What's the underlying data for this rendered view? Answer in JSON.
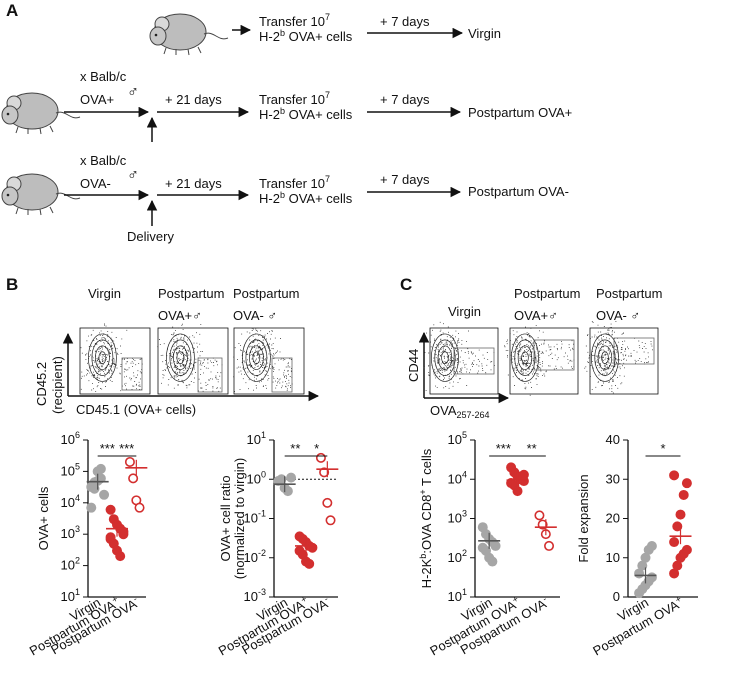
{
  "panel_labels": {
    "a": "A",
    "b": "B",
    "c": "C"
  },
  "schematic": {
    "virgin_row": {
      "transfer": [
        "Transfer 10",
        "7",
        "H-2",
        "b",
        " OVA+ cells"
      ],
      "wait": "+ 7 days",
      "outcome": "Virgin"
    },
    "ova_pos_row": {
      "mating": [
        "x Balb/c",
        "OVA+"
      ],
      "male": "♂",
      "wait1": "+ 21 days",
      "transfer": [
        "Transfer 10",
        "7",
        "H-2",
        "b",
        " OVA+ cells"
      ],
      "wait2": "+ 7 days",
      "outcome": "Postpartum OVA+"
    },
    "ova_neg_row": {
      "mating": [
        "x Balb/c",
        "OVA-"
      ],
      "male": "♂",
      "wait1": "+ 21 days",
      "transfer": [
        "Transfer 10",
        "7",
        "H-2",
        "b",
        " OVA+ cells"
      ],
      "wait2": "+ 7 days",
      "outcome": "Postpartum OVA-",
      "delivery": "Delivery"
    }
  },
  "facs_b": {
    "titles": [
      "Virgin",
      "Postpartum",
      "OVA+♂",
      "Postpartum",
      "OVA- ♂"
    ],
    "ylabel": [
      "CD45.2",
      "(recipient)"
    ],
    "xlabel": "CD45.1 (OVA+ cells)"
  },
  "facs_c": {
    "titles": [
      "Virgin",
      "Postpartum",
      "OVA+♂",
      "Postpartum",
      "OVA- ♂"
    ],
    "ylabel": "CD44",
    "xlabel": "OVA",
    "xlabel_sub": "257-264"
  },
  "colors": {
    "virgin": "#a6a6a6",
    "ova_pos": "#d32f2f",
    "ova_neg": "#d32f2f"
  },
  "chart_data": [
    {
      "type": "scatter",
      "ylabel": "OVA+ cells",
      "yscale": "log",
      "ylim": [
        10,
        1000000
      ],
      "categories": [
        "Virgin",
        "Postpartum OVA+",
        "Postpartum OVA-"
      ],
      "category_labels": [
        [
          "Virgin",
          ""
        ],
        [
          "Postpartum OVA",
          "+"
        ],
        [
          "Postpartum OVA",
          "-"
        ]
      ],
      "series": [
        {
          "values": [
            32000,
            45000,
            100000,
            60000,
            18000,
            7000,
            28000,
            50000,
            120000
          ],
          "mean": 47000
        },
        {
          "values": [
            6000,
            3000,
            2000,
            1500,
            1000,
            700,
            500,
            300,
            200,
            1200,
            800
          ],
          "mean": 1500
        },
        {
          "values": [
            200000,
            60000,
            12000,
            7000
          ],
          "mean": 130000
        }
      ],
      "significance": [
        "***",
        "***"
      ]
    },
    {
      "type": "scatter",
      "ylabel": [
        "OVA+ cell ratio",
        "(normalized to virgin)"
      ],
      "yscale": "log",
      "ylim": [
        0.001,
        10
      ],
      "reference_line": 1,
      "categories": [
        "Virgin",
        "Postpartum OVA+",
        "Postpartum OVA-"
      ],
      "category_labels": [
        [
          "Virgin",
          ""
        ],
        [
          "Postpartum OVA",
          "+"
        ],
        [
          "Postpartum OVA",
          "-"
        ]
      ],
      "series": [
        {
          "values": [
            0.9,
            1.0,
            0.6,
            0.5,
            1.1
          ],
          "mean": 0.75
        },
        {
          "values": [
            0.035,
            0.03,
            0.025,
            0.02,
            0.018,
            0.015,
            0.012,
            0.008,
            0.007
          ],
          "mean": 0.02
        },
        {
          "values": [
            3.5,
            1.5,
            0.25,
            0.09
          ],
          "mean": 1.8
        }
      ],
      "significance": [
        "**",
        "*"
      ]
    },
    {
      "type": "scatter",
      "ylabel": [
        "H-2K",
        "b",
        ":OVA CD8",
        "+",
        " T cells"
      ],
      "yscale": "log",
      "ylim": [
        10,
        100000
      ],
      "categories": [
        "Virgin",
        "Postpartum OVA+",
        "Postpartum OVA-"
      ],
      "category_labels": [
        [
          "Virgin",
          ""
        ],
        [
          "Postpartum OVA",
          "+"
        ],
        [
          "Postpartum OVA",
          "-"
        ]
      ],
      "series": [
        {
          "values": [
            600,
            400,
            300,
            250,
            200,
            180,
            150,
            100,
            80
          ],
          "mean": 270
        },
        {
          "values": [
            20000,
            15000,
            12000,
            10000,
            9000,
            8000,
            7000,
            5000,
            11000,
            13000
          ],
          "mean": 9500
        },
        {
          "values": [
            1200,
            700,
            400,
            200
          ],
          "mean": 600
        }
      ],
      "significance": [
        "***",
        "**"
      ]
    },
    {
      "type": "scatter",
      "ylabel": "Fold expansion",
      "yscale": "linear",
      "ylim": [
        0,
        40
      ],
      "categories": [
        "Virgin",
        "Postpartum OVA+"
      ],
      "category_labels": [
        [
          "Virgin",
          ""
        ],
        [
          "Postpartum OVA",
          "+"
        ]
      ],
      "series": [
        {
          "values": [
            1,
            2,
            3,
            4,
            5,
            6,
            8,
            10,
            12,
            13
          ],
          "mean": 5.5
        },
        {
          "values": [
            6,
            8,
            10,
            11,
            12,
            14,
            18,
            21,
            26,
            29,
            31
          ],
          "mean": 15.5
        }
      ],
      "significance": [
        "*"
      ]
    }
  ]
}
